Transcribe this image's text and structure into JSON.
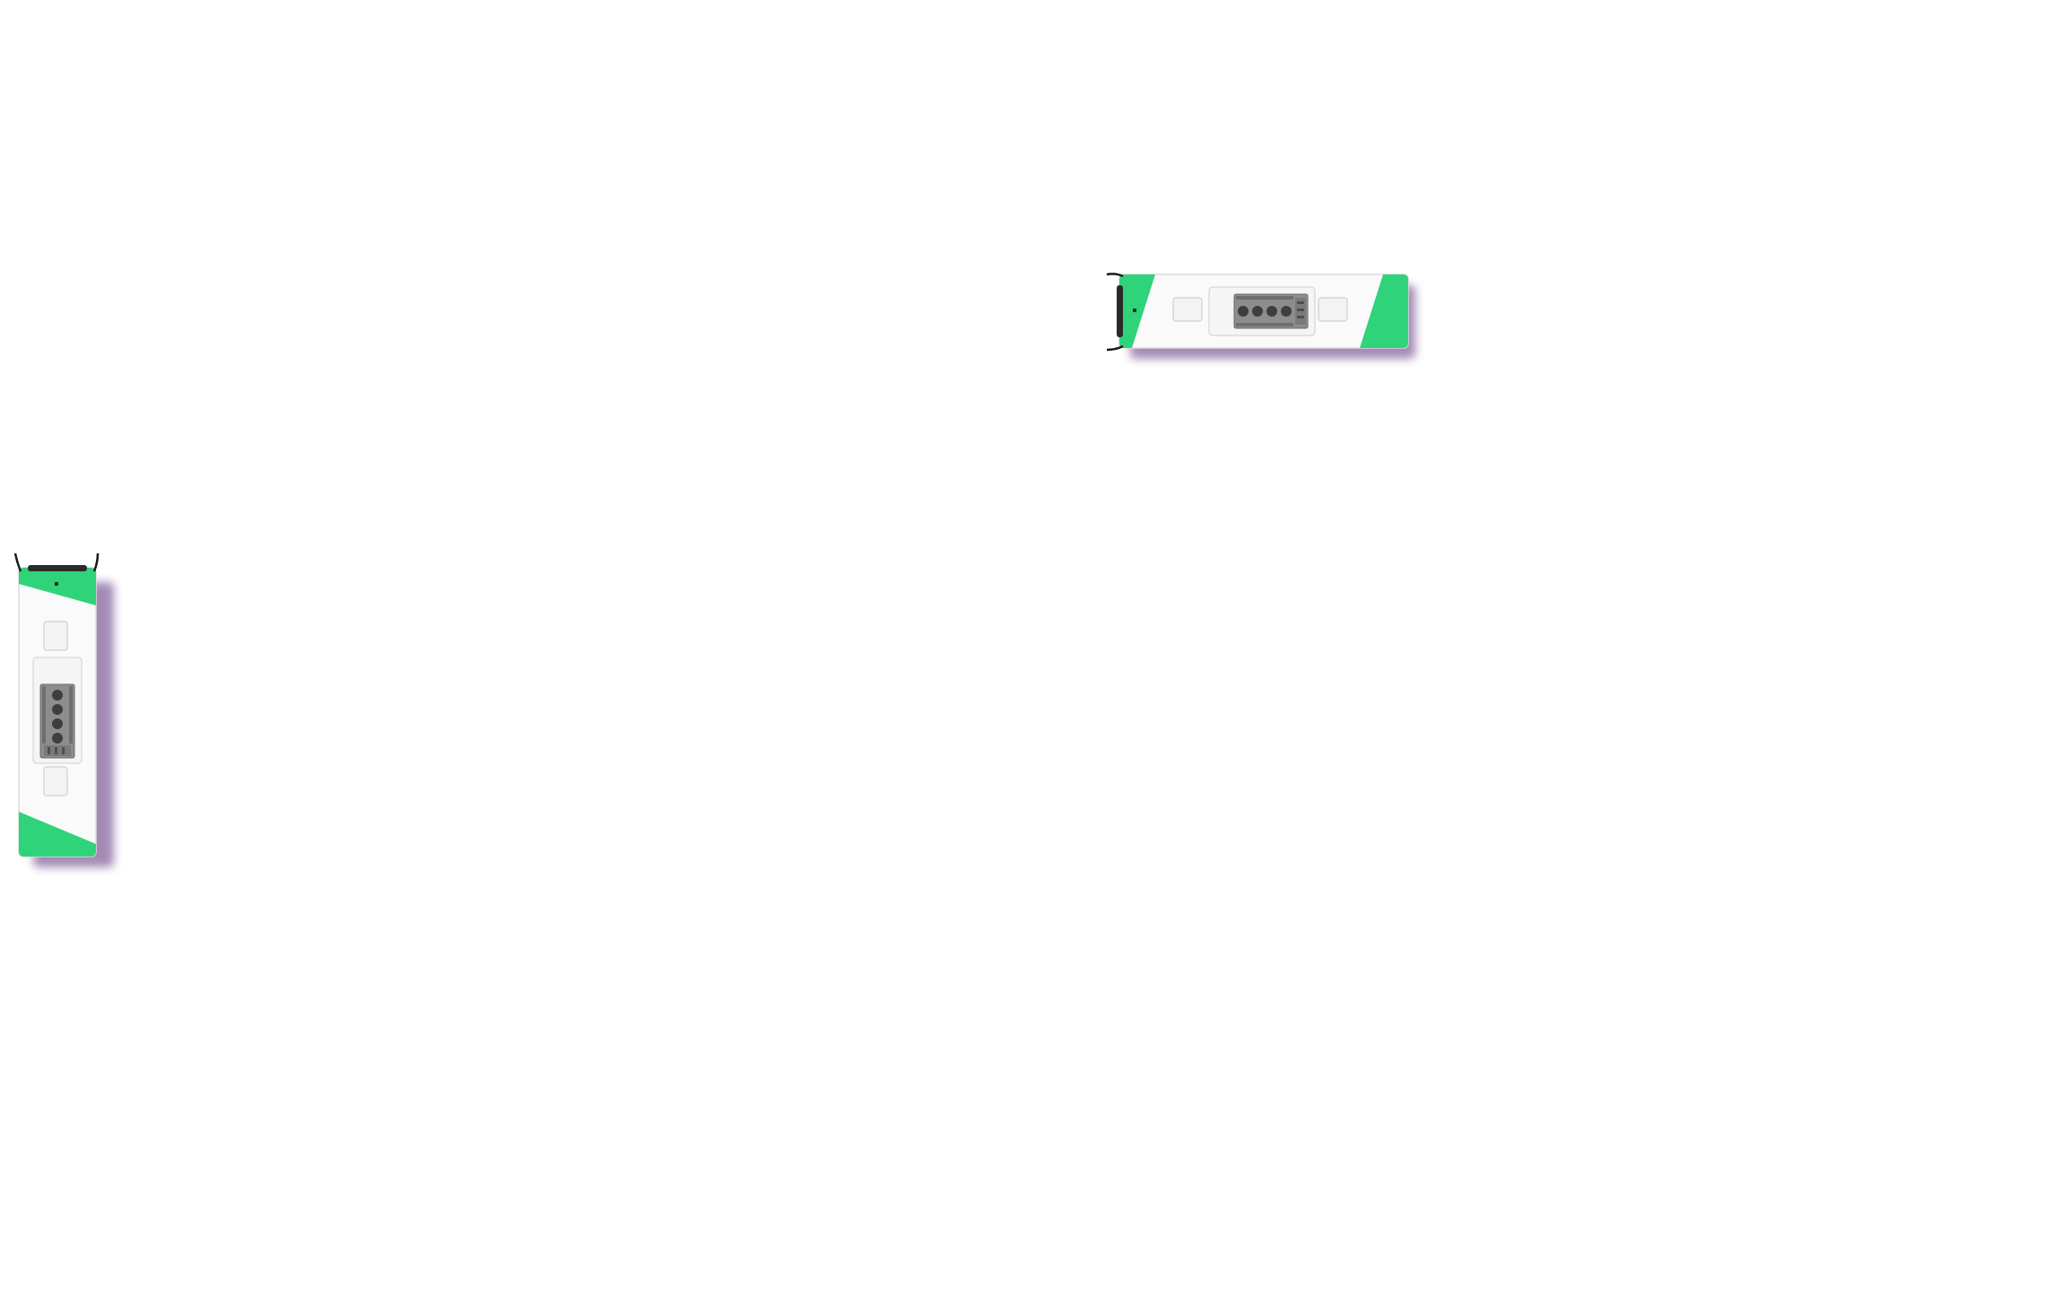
{
  "scene": {
    "background_color": "#ffffff",
    "vehicles": [
      {
        "id": "bus-horizontal",
        "kind": "bus-top-view",
        "orientation": "horizontal",
        "facing": "left",
        "stripe_color": "#2fd37a",
        "body_color": "#fafafa",
        "shadow_color": "#5a2a7a",
        "roof_unit_icon": "rooftop-ac-unit-icon"
      },
      {
        "id": "bus-vertical",
        "kind": "bus-top-view",
        "orientation": "vertical",
        "facing": "up",
        "stripe_color": "#2fd37a",
        "body_color": "#fafafa",
        "shadow_color": "#5a2a7a",
        "roof_unit_icon": "rooftop-ac-unit-icon"
      }
    ]
  }
}
